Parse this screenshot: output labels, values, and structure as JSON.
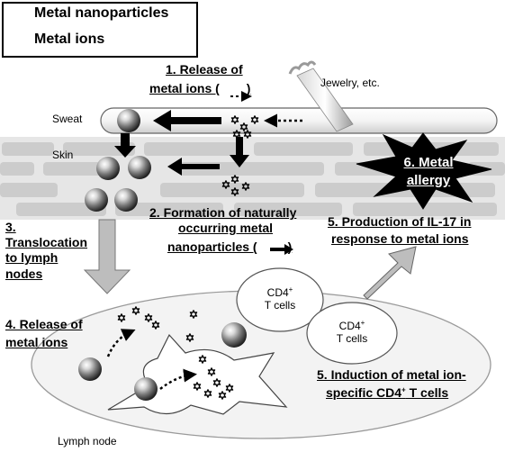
{
  "legend": {
    "nanoparticles": "Metal nanoparticles",
    "ions": "Metal ions"
  },
  "labels": {
    "release_top_1": "1. Release of",
    "release_top_2": "metal ions (",
    "release_top_3": ")",
    "jewelry": "Jewelry, etc.",
    "sweat": "Sweat",
    "skin": "Skin",
    "allergy_1": "6. Metal",
    "allergy_2": "allergy",
    "formation_1": "2. Formation of naturally",
    "formation_2": "occurring metal",
    "formation_3": "nanoparticles (",
    "formation_4": ")",
    "translocation_1": "3.",
    "translocation_2": "Translocation",
    "translocation_3": "to lymph",
    "translocation_4": "nodes",
    "production_1": "5. Production of IL-17 in",
    "production_2": "response to metal ions",
    "release_ln_1": "4. Release of",
    "release_ln_2": "metal ions",
    "cd4_a_1": "CD4",
    "cd4_a_sup": "+",
    "cd4_a_2": "T cells",
    "cd4_b_1": "CD4",
    "cd4_b_sup": "+",
    "cd4_b_2": "T cells",
    "induction_1": "5. Induction of metal ion-",
    "induction_2": "specific CD4",
    "induction_sup": "+",
    "induction_3": " T cells",
    "lymph_node": "Lymph node"
  },
  "colors": {
    "skin_band": "#e4e4e4",
    "skin_cells": "#cfcfcf",
    "arrow_gray": "#bdbdbd",
    "lymph_fill": "#f2f2f2"
  }
}
